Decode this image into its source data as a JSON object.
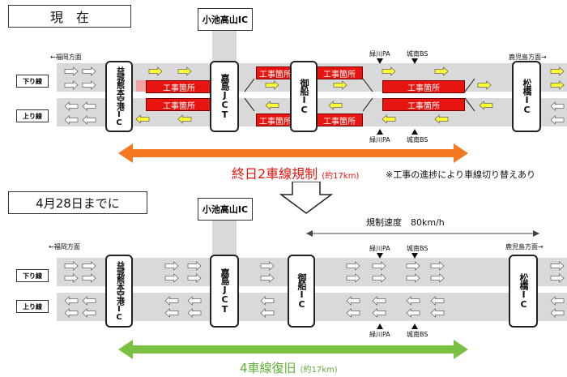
{
  "top": {
    "title": "現　在",
    "ic_top": "小池高山IC",
    "dir_left": "←福岡方面",
    "dir_right": "鹿児島方面→",
    "lane_down": "下り線",
    "lane_up": "上り線",
    "nodes": {
      "mashiki": "益城熊本空港IC",
      "kashima": "嘉島JCT",
      "mifune": "御船IC",
      "matsubase": "松橋IC"
    },
    "work_label": "工事箇所",
    "pa_top": "緑川PA",
    "bs_top": "城南BS",
    "pa_bottom": "緑川PA",
    "bs_bottom": "城南BS",
    "regulation_main": "終日2車線規制",
    "regulation_sub": "(約17km)",
    "note": "※工事の進捗により車線切り替えあり"
  },
  "bottom": {
    "title": "4月28日までに",
    "ic_top": "小池高山IC",
    "speed_label": "規制速度　80km/h",
    "dir_left": "←福岡方面",
    "dir_right": "鹿児島方面→",
    "lane_down": "下り線",
    "lane_up": "上り線",
    "nodes": {
      "mashiki": "益城熊本空港IC",
      "kashima": "嘉島JCT",
      "mifune": "御船IC",
      "matsubase": "松橋IC"
    },
    "pa_top": "緑川PA",
    "bs_top": "城南BS",
    "pa_bottom": "緑川PA",
    "bs_bottom": "城南BS",
    "restore_main": "4車線復旧",
    "restore_sub": "(約17km)"
  },
  "colors": {
    "road": "#d9d9d9",
    "work": "#e8140f",
    "yellow_arrow": "#ffff33",
    "orange_arrow": "#f47920",
    "green_arrow": "#7ac143",
    "red_text": "#e8140f",
    "green_text": "#5bb033"
  }
}
